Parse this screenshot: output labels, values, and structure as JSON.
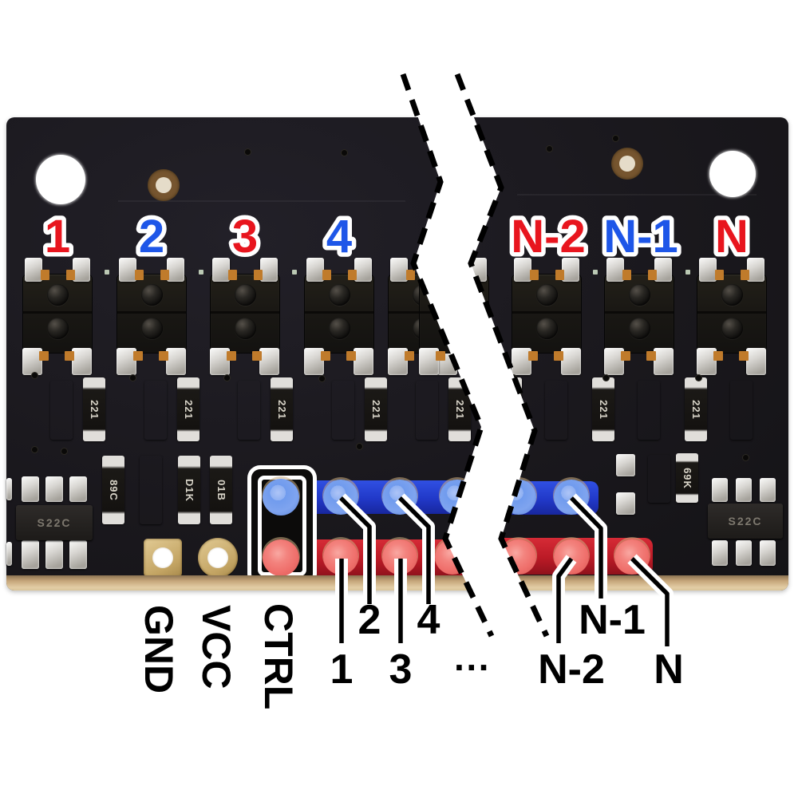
{
  "figure": {
    "description": "Annotated photo of modular reflectance sensor array PCB with break symbol indicating variable sensor count"
  },
  "colors": {
    "label_red": "#e8151e",
    "label_blue": "#1e56e8",
    "pin_label_black": "#000000",
    "bar_blue": "#2138c8",
    "bar_red": "#bb1a26",
    "board_black": "#1a181d"
  },
  "sensor_labels": {
    "s1": "1",
    "s2": "2",
    "s3": "3",
    "s4": "4",
    "sn2": "N-2",
    "sn1": "N-1",
    "sn": "N"
  },
  "pin_labels": {
    "gnd": "GND",
    "vcc": "VCC",
    "ctrl": "CTRL",
    "p1": "1",
    "p2": "2",
    "p3": "3",
    "p4": "4",
    "ellipsis": "···",
    "pn2": "N-2",
    "pn1": "N-1",
    "pn": "N"
  },
  "component_markings": {
    "sensor_resistor": "221",
    "mid_r1": "89C",
    "mid_r2": "D1K",
    "mid_r3": "01B",
    "right_r": "69K",
    "sot_left": "S22C",
    "sot_right": "S22C"
  }
}
